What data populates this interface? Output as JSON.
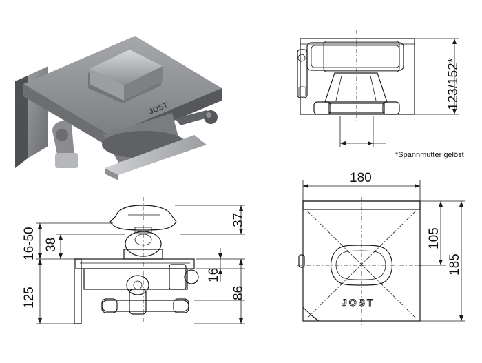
{
  "dimensions": {
    "side_view_height": "123/152*",
    "top_width": "180",
    "front_height_inner": "105",
    "front_height_total": "185",
    "left_range": "16-50",
    "left_38": "38",
    "left_125": "125",
    "right_37": "37",
    "right_16": "16",
    "right_86": "86"
  },
  "footnote": "*Spannmutter gelöst",
  "brand_mark": "JOST",
  "colors": {
    "metal_dark": "#5b5d60",
    "metal_mid": "#8a8c8f",
    "metal_light": "#b9bbbe",
    "line": "#1a1a1a"
  }
}
